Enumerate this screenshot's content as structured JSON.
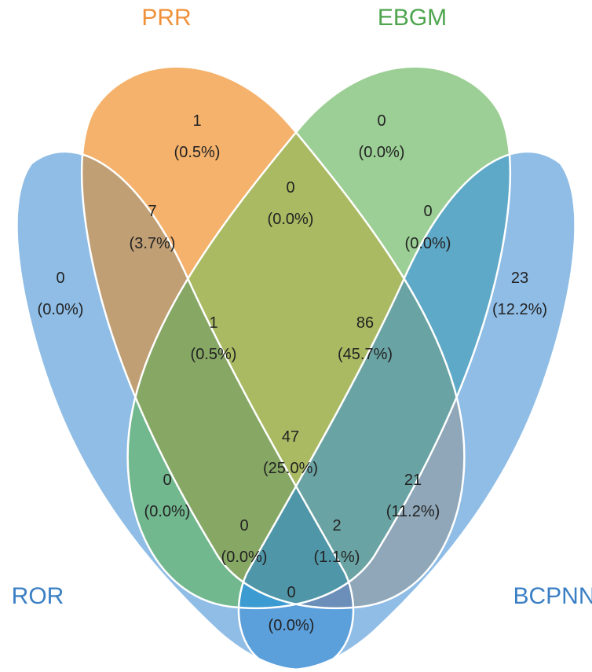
{
  "sets": [
    {
      "id": "ror",
      "label": "ROR",
      "color": "#3a7fc4"
    },
    {
      "id": "prr",
      "label": "PRR",
      "color": "#f0913a"
    },
    {
      "id": "ebgm",
      "label": "EBGM",
      "color": "#4ea54e"
    },
    {
      "id": "bcpnn",
      "label": "BCPNN",
      "color": "#3a7fc4"
    }
  ],
  "regions": [
    {
      "id": "ror-only",
      "count": "0",
      "percent": "(0.0%)"
    },
    {
      "id": "prr-only",
      "count": "1",
      "percent": "(0.5%)"
    },
    {
      "id": "ebgm-only",
      "count": "0",
      "percent": "(0.0%)"
    },
    {
      "id": "bcpnn-only",
      "count": "23",
      "percent": "(12.2%)"
    },
    {
      "id": "ror-prr",
      "count": "7",
      "percent": "(3.7%)"
    },
    {
      "id": "prr-ebgm",
      "count": "0",
      "percent": "(0.0%)"
    },
    {
      "id": "ebgm-bcpnn",
      "count": "0",
      "percent": "(0.0%)"
    },
    {
      "id": "ror-prr-ebgm",
      "count": "1",
      "percent": "(0.5%)"
    },
    {
      "id": "prr-ebgm-bcpnn",
      "count": "86",
      "percent": "(45.7%)"
    },
    {
      "id": "all-four",
      "count": "47",
      "percent": "(25.0%)"
    },
    {
      "id": "ror-ebgm",
      "count": "0",
      "percent": "(0.0%)"
    },
    {
      "id": "prr-bcpnn",
      "count": "21",
      "percent": "(11.2%)"
    },
    {
      "id": "ror-ebgm-bcpnn",
      "count": "0",
      "percent": "(0.0%)"
    },
    {
      "id": "ror-prr-bcpnn",
      "count": "2",
      "percent": "(1.1%)"
    },
    {
      "id": "ror-bcpnn",
      "count": "0",
      "percent": "(0.0%)"
    }
  ]
}
